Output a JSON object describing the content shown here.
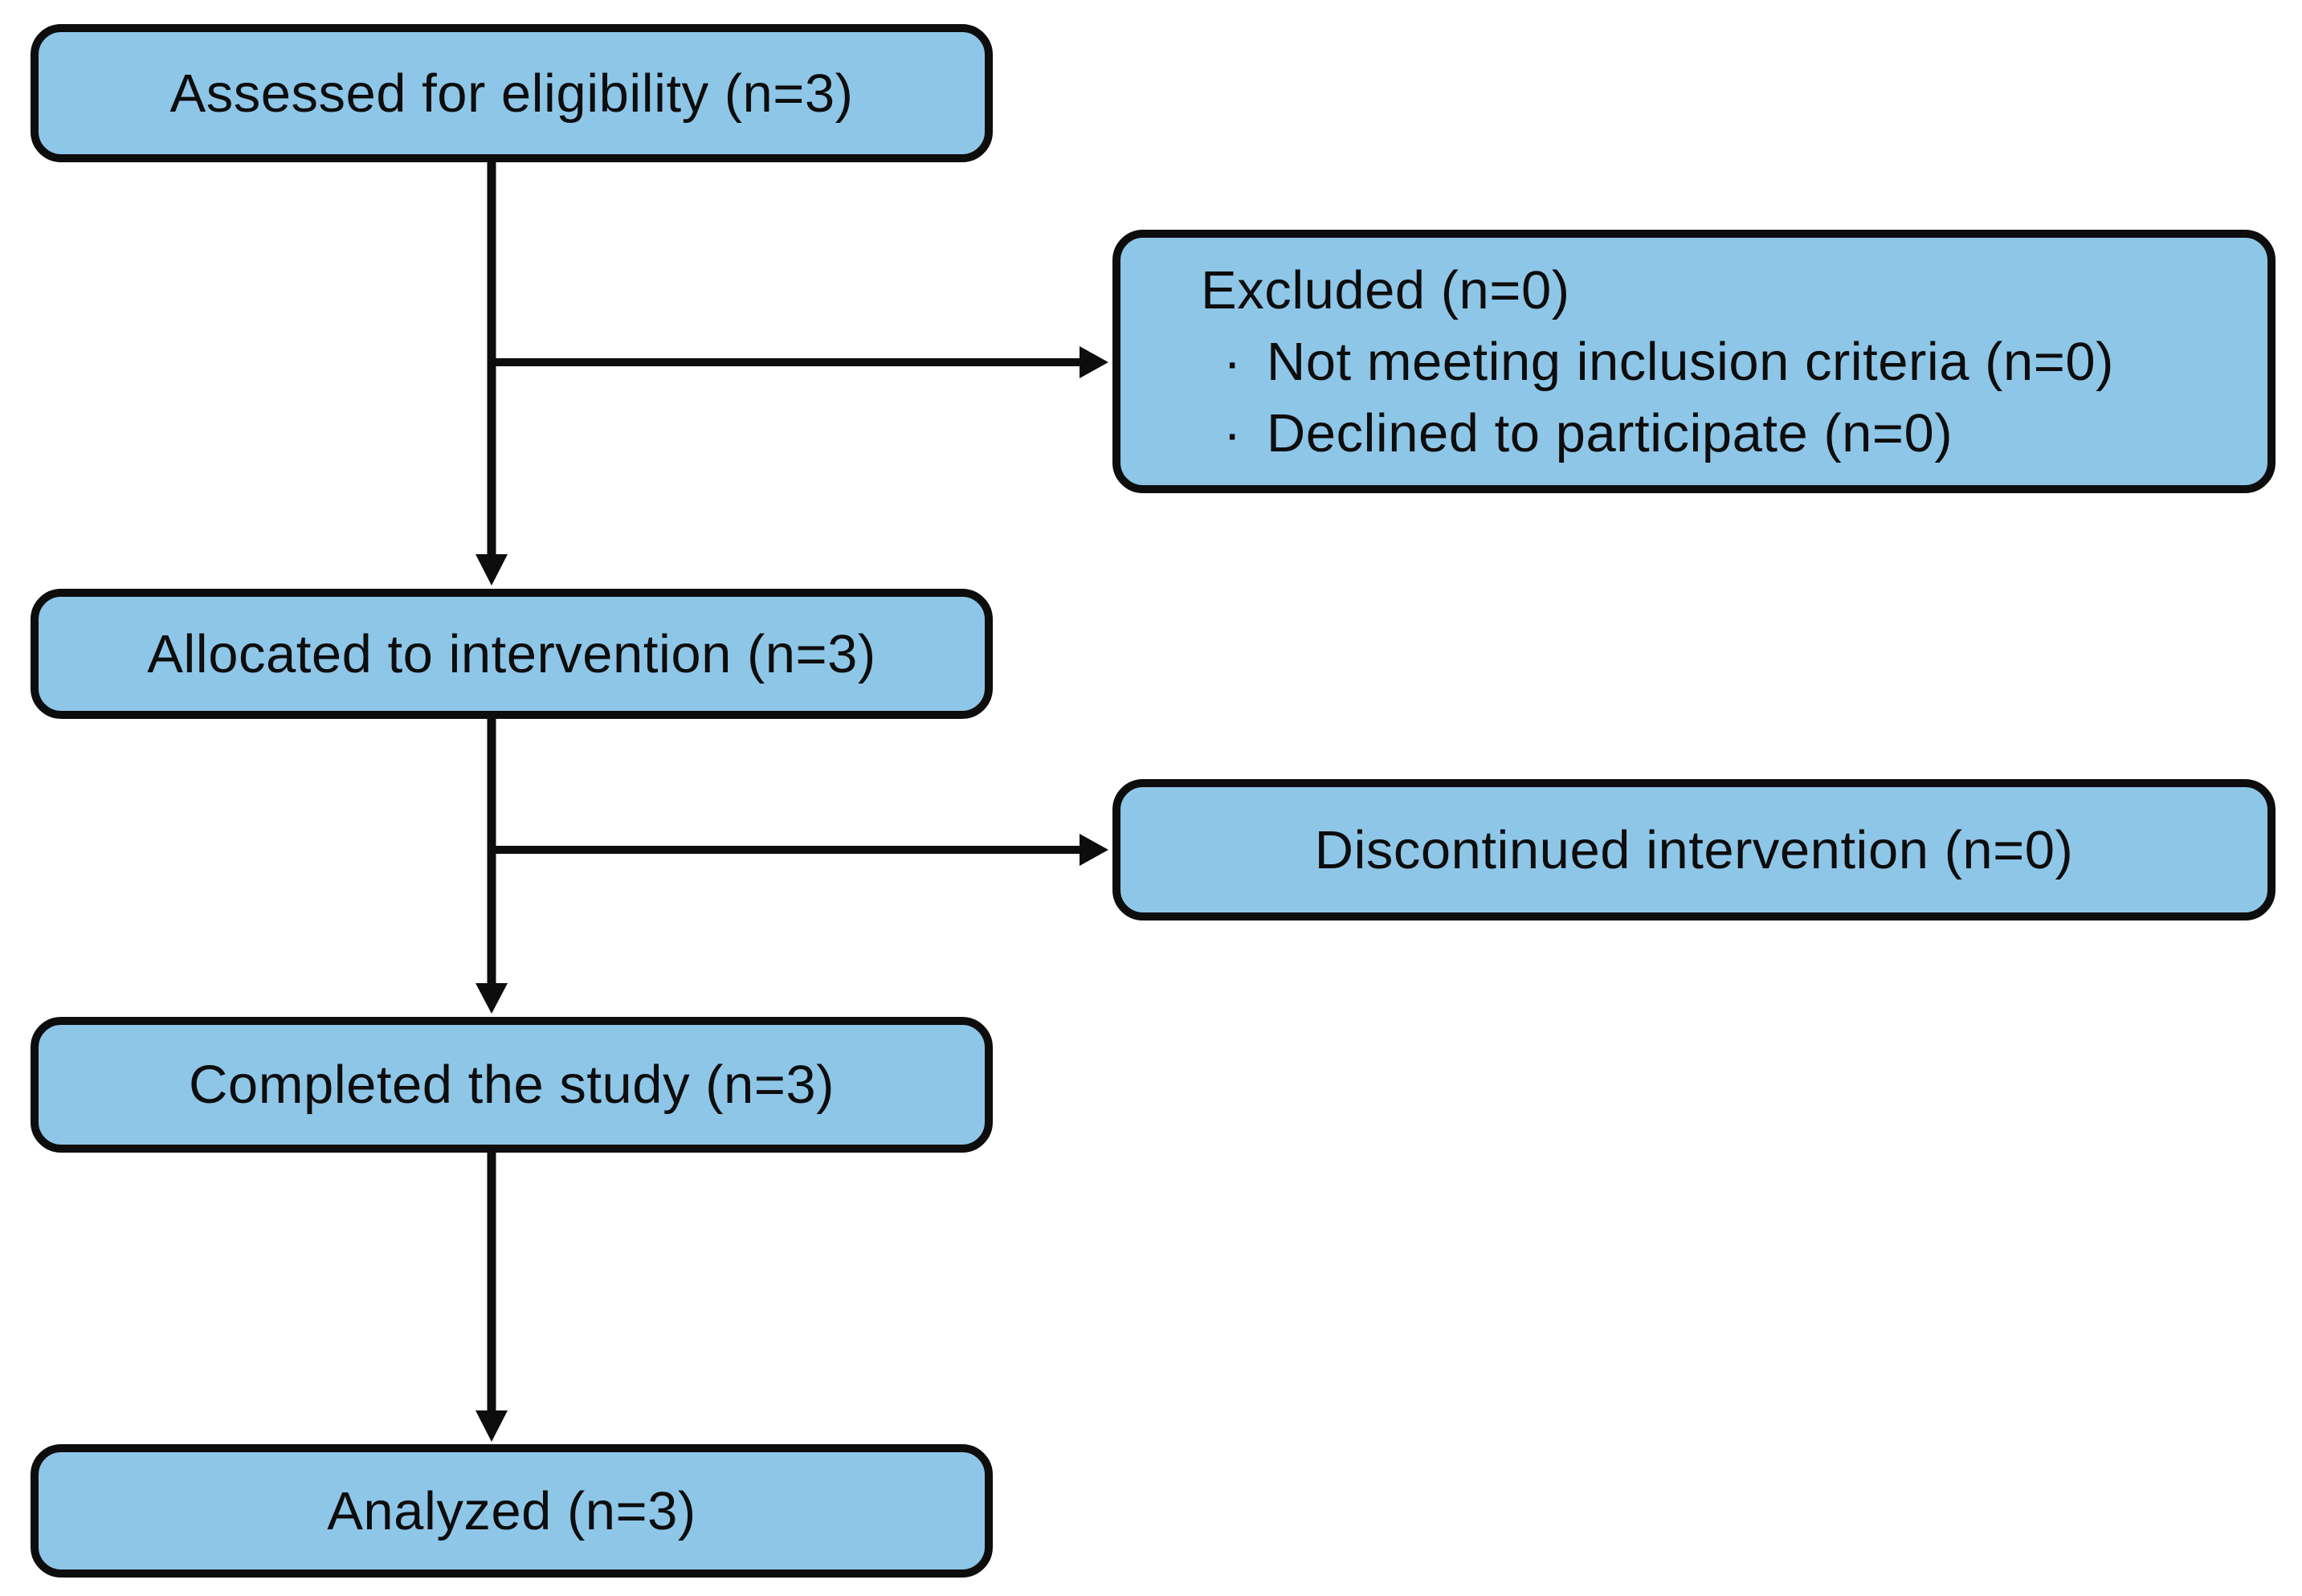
{
  "colors": {
    "box_fill": "#8EC6E8",
    "box_border": "#0D0D0D",
    "arrow": "#0D0D0D",
    "text": "#0D0D0D",
    "background": "#FFFFFF"
  },
  "nodes": {
    "assessed": {
      "label": "Assessed for eligibility (n=3)"
    },
    "excluded": {
      "title": "Excluded (n=0)",
      "bullet": "·",
      "items": [
        "Not meeting inclusion criteria (n=0)",
        "Declined to participate (n=0)"
      ]
    },
    "allocated": {
      "label": "Allocated to intervention (n=3)"
    },
    "discontinued": {
      "label": "Discontinued intervention (n=0)"
    },
    "completed": {
      "label": "Completed the study (n=3)"
    },
    "analyzed": {
      "label": "Analyzed (n=3)"
    }
  },
  "edges": [
    {
      "from": "assessed",
      "to": "allocated",
      "type": "arrow"
    },
    {
      "from": "assessed",
      "to": "excluded",
      "type": "arrow"
    },
    {
      "from": "allocated",
      "to": "completed",
      "type": "arrow"
    },
    {
      "from": "allocated",
      "to": "discontinued",
      "type": "arrow"
    },
    {
      "from": "completed",
      "to": "analyzed",
      "type": "arrow"
    }
  ]
}
